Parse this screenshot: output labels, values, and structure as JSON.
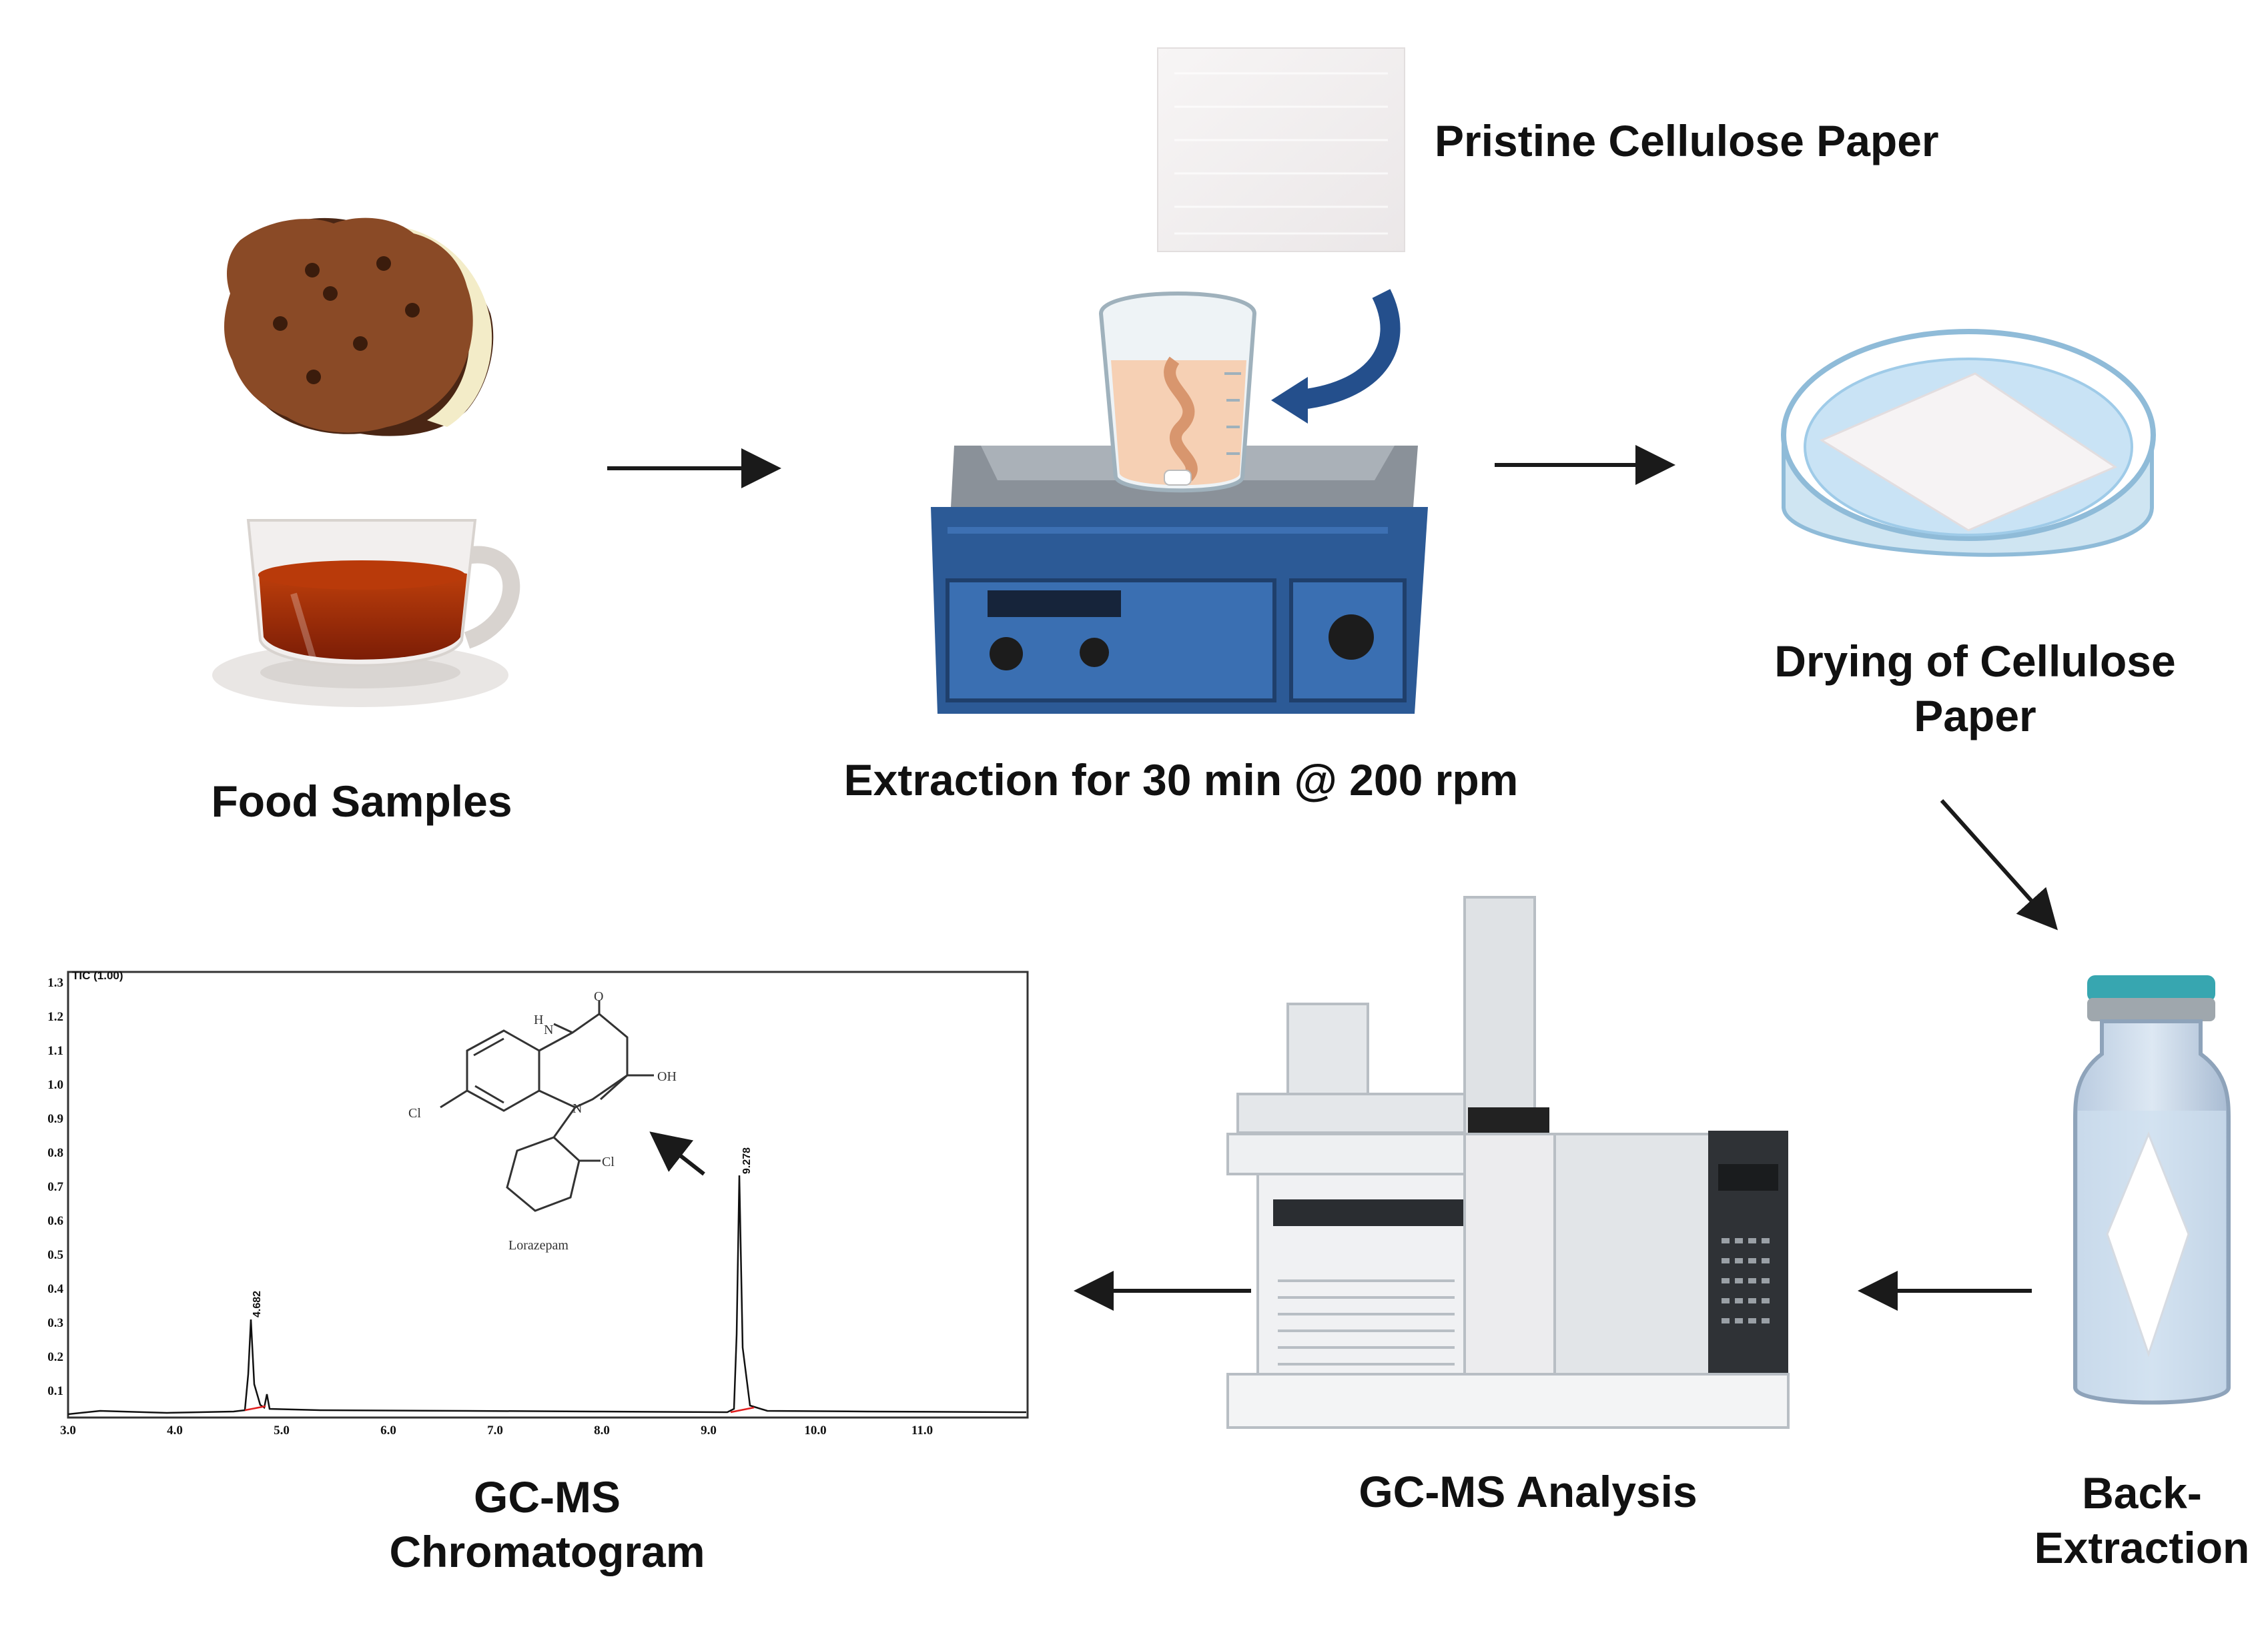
{
  "labels": {
    "pristine": "Pristine Cellulose Paper",
    "food": "Food Samples",
    "extraction": "Extraction for 30 min @ 200 rpm",
    "drying_line1": "Drying of Cellulose",
    "drying_line2": "Paper",
    "back_line1": "Back-",
    "back_line2": "Extraction",
    "gcms": "GC-MS Analysis",
    "chrom_line1": "GC-MS",
    "chrom_line2": "Chromatogram"
  },
  "chromatogram": {
    "header": "TIC (1.00)",
    "molecule": "Lorazepam",
    "atoms": {
      "cl1": "Cl",
      "cl2": "Cl",
      "oh": "OH",
      "nh": "N",
      "h": "H",
      "n": "N",
      "o": "O"
    },
    "y_ticks": [
      "1.3",
      "1.2",
      "1.1",
      "1.0",
      "0.9",
      "0.8",
      "0.7",
      "0.6",
      "0.5",
      "0.4",
      "0.3",
      "0.2",
      "0.1"
    ],
    "x_ticks": [
      "3.0",
      "4.0",
      "5.0",
      "6.0",
      "7.0",
      "8.0",
      "9.0",
      "10.0",
      "11.0"
    ],
    "peak1_label": "4.682",
    "peak2_label": "9.278"
  }
}
